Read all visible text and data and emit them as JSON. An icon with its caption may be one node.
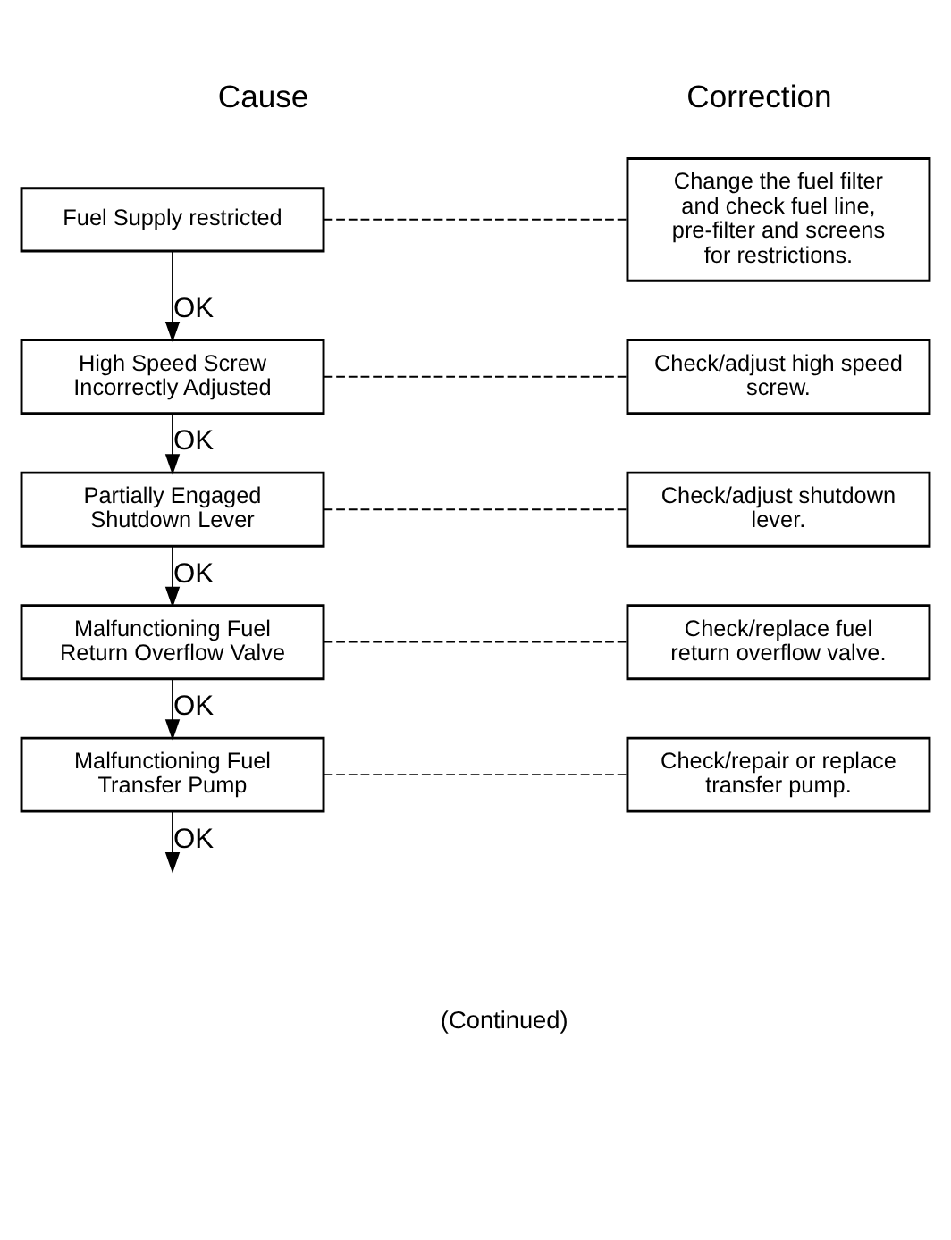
{
  "diagram": {
    "nodes": [
      {
        "text": [
          "Fuel Supply restricted"
        ]
      },
      {
        "text": [
          "Change the fuel filter and check fuel line, pre-filter and screens for restrictions."
        ]
      },
      {
        "text": [
          "High Speed Screw Incorrectly Adjusted"
        ]
      },
      {
        "text": [
          "Check/adjust high speed screw."
        ]
      },
      {
        "text": [
          "Partially Engaged Shutdown Lever"
        ]
      },
      {
        "text": [
          "Check/adjust shutdown lever."
        ]
      },
      {
        "text": [
          "Malfunctioning Fuel Return Overflow Valve"
        ]
      },
      {
        "text": [
          "Check/replace fuel return overflow valve."
        ]
      },
      {
        "text": [
          "Malfunctioning Fuel Transfer Pump"
        ]
      },
      {
        "text": [
          "Check/repair or replace transfer pump."
        ]
      }
    ],
    "edges": [
      {
        "from": 0,
        "to": 1,
        "arrow": "none",
        "style": "dashed"
      },
      {
        "from": 0,
        "to": 2,
        "arrow": "to",
        "label": "OK"
      },
      {
        "from": 2,
        "to": 3,
        "arrow": "none",
        "style": "dashed"
      },
      {
        "from": 2,
        "to": 4,
        "arrow": "to",
        "label": "OK"
      },
      {
        "from": 4,
        "to": 5,
        "arrow": "none",
        "style": "dashed"
      },
      {
        "from": 4,
        "to": 6,
        "arrow": "to",
        "label": "OK"
      },
      {
        "from": 6,
        "to": 7,
        "arrow": "none",
        "style": "dashed"
      },
      {
        "from": 6,
        "to": 8,
        "arrow": "to",
        "label": "OK"
      },
      {
        "from": 8,
        "to": 9,
        "arrow": "none",
        "style": "dashed"
      },
      {
        "from": 8,
        "to": null,
        "arrow": "to",
        "label": "OK"
      }
    ],
    "labels": [
      "Cause",
      "Correction",
      "(Continued)"
    ]
  }
}
